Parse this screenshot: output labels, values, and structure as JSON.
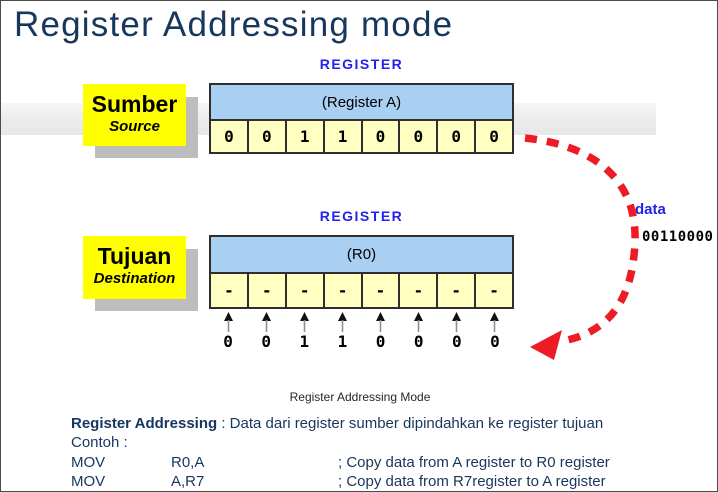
{
  "title": "Register Addressing mode",
  "diagram": {
    "source": {
      "register_label": "REGISTER",
      "box": {
        "title": "Sumber",
        "subtitle": "Source"
      },
      "header": "(Register A)",
      "bits": [
        "0",
        "0",
        "1",
        "1",
        "0",
        "0",
        "0",
        "0"
      ]
    },
    "destination": {
      "register_label": "REGISTER",
      "box": {
        "title": "Tujuan",
        "subtitle": "Destination"
      },
      "header": "(R0)",
      "cells": [
        "-",
        "-",
        "-",
        "-",
        "-",
        "-",
        "-",
        "-"
      ],
      "incoming_bits": [
        "0",
        "0",
        "1",
        "1",
        "0",
        "0",
        "0",
        "0"
      ]
    },
    "transfer": {
      "data_label": "data",
      "data_value": "00110000"
    }
  },
  "caption": "Register Addressing Mode",
  "notes": {
    "term": "Register Addressing",
    "definition": " : Data dari register sumber dipindahkan ke register tujuan",
    "contoh": "Contoh :",
    "examples": [
      {
        "mnemonic": "MOV",
        "operands": "R0,A",
        "comment": "; Copy data from A register to R0 register"
      },
      {
        "mnemonic": "MOV",
        "operands": "A,R7",
        "comment": "; Copy data from R7register to A register"
      }
    ]
  },
  "colors": {
    "title_navy": "#17375d",
    "register_blue": "#2222ee",
    "table_header_blue": "#a9cff2",
    "bit_cell_yellow": "#ffffc2",
    "label_box_yellow": "#ffff00",
    "transfer_arrow_red": "#ed1b23",
    "notes_navy": "#17365d"
  }
}
